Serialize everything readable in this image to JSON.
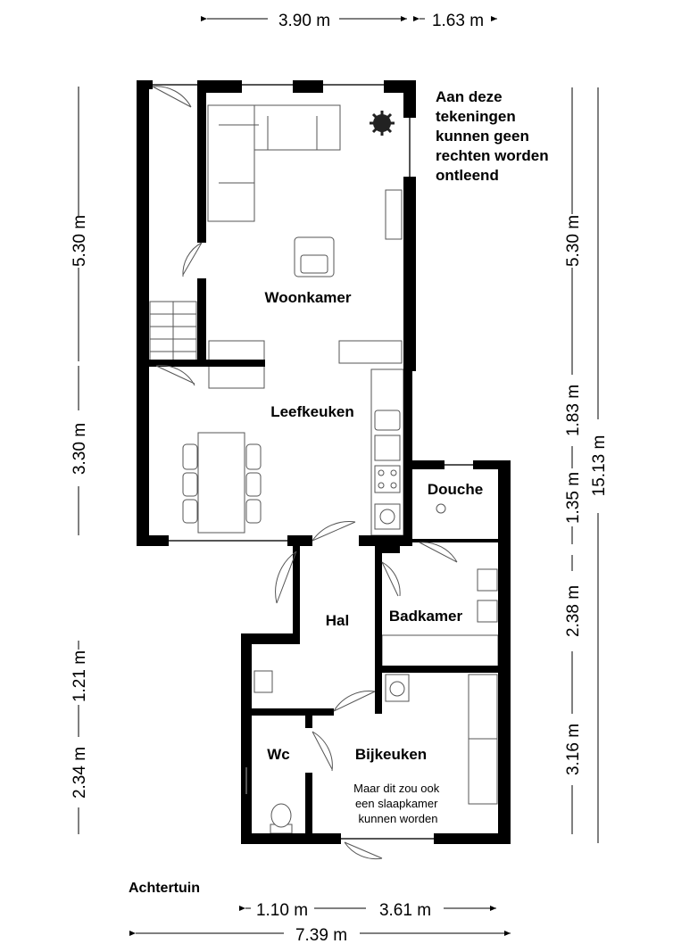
{
  "disclaimer": [
    "Aan deze",
    "tekeningen",
    "kunnen geen",
    "rechten worden",
    "ontleend"
  ],
  "rooms": {
    "woonkamer": "Woonkamer",
    "leefkeuken": "Leefkeuken",
    "douche": "Douche",
    "hal": "Hal",
    "badkamer": "Badkamer",
    "wc": "Wc",
    "bijkeuken": "Bijkeuken"
  },
  "note": [
    "Maar dit zou ook",
    "een slaapkamer",
    "kunnen worden"
  ],
  "outside": "Achtertuin",
  "dimensions": {
    "top_left": "3.90 m",
    "top_right": "1.63 m",
    "left_upper": "5.30 m",
    "left_mid": "3.30 m",
    "left_low1": "1.21 m",
    "left_low2": "2.34 m",
    "right_upper": "5.30 m",
    "right_a": "1.83 m",
    "right_b": "1.35 m",
    "right_c": "2.38 m",
    "right_d": "3.16 m",
    "right_total": "15.13 m",
    "bottom_left": "1.10 m",
    "bottom_right": "3.61 m",
    "bottom_total": "7.39 m"
  }
}
